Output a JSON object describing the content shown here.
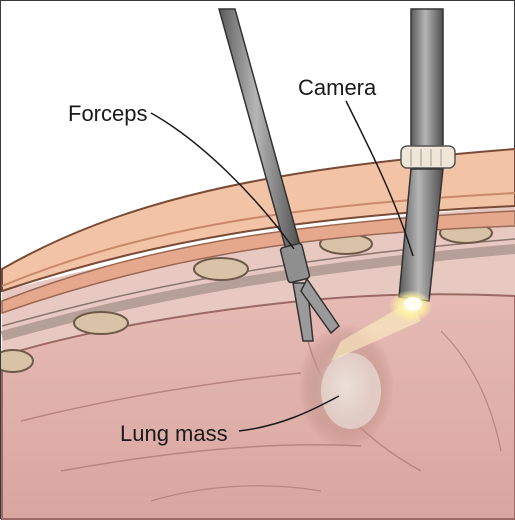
{
  "diagram": {
    "labels": {
      "forceps": "Forceps",
      "camera": "Camera",
      "lung_mass": "Lung mass"
    },
    "colors": {
      "skin": "#f3c3a5",
      "skin_outline": "#7a4b36",
      "muscle": "#e6a88c",
      "pleura": "#bfa59a",
      "lung": "#dfb3ac",
      "lung_shadow": "#c98f8c",
      "mass": "#b27d74",
      "rib": "#d8c2a8",
      "instrument": "#7c7c7c",
      "light": "#fff6b0"
    }
  }
}
